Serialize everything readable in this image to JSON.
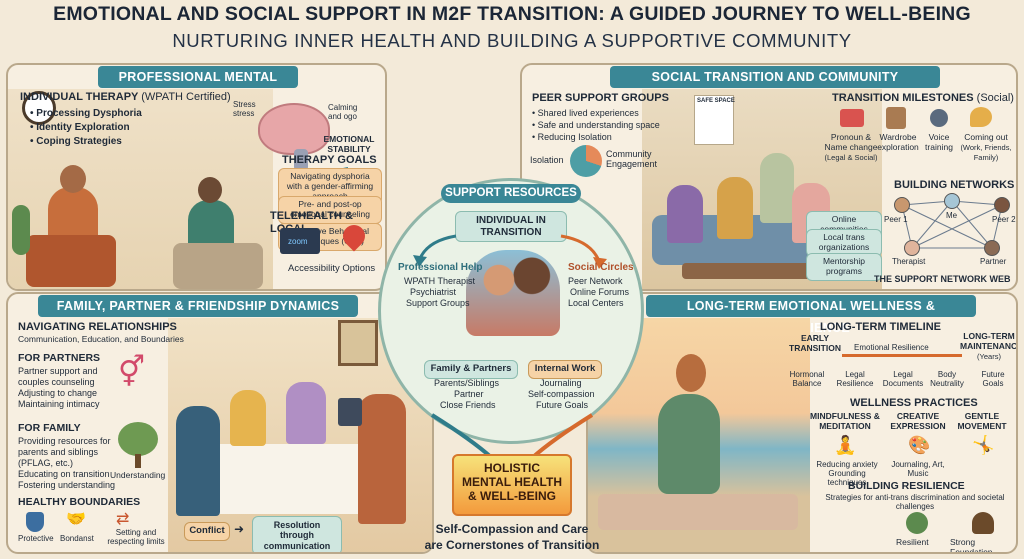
{
  "header": {
    "title": "EMOTIONAL AND SOCIAL SUPPORT IN M2F TRANSITION: A GUIDED JOURNEY TO WELL-BEING",
    "subtitle": "NURTURING INNER HEALTH AND BUILDING A SUPPORTIVE COMMUNITY"
  },
  "professional": {
    "heading": "PROFESSIONAL MENTAL HEALTH SUPPORT",
    "individual_title": "INDIVIDUAL THERAPY",
    "individual_note": "(WPATH Certified)",
    "bullets": [
      "• Processing Dysphoria",
      "• Identity Exploration",
      "• Coping Strategies"
    ],
    "brain_labels": {
      "stress": "Stress",
      "stress2": "stress",
      "calming": "Calming",
      "ego": "and ogo"
    },
    "emotional_stability": "EMOTIONAL STABILITY",
    "goals_title": "THERAPY GOALS",
    "goals": [
      "Navigating dysphoria with a gender-affirming approach",
      "Pre- and post-op emotional counseling",
      "Cognitive Behavioral Techniques (CBT)"
    ],
    "telehealth_title": "TELEHEALTH & LOCAL",
    "zoom": "zoom",
    "accessibility": "Accessibility Options"
  },
  "social": {
    "heading": "SOCIAL TRANSITION AND COMMUNITY CONNECTION",
    "peer_title": "PEER SUPPORT GROUPS",
    "peer_bullets": [
      "• Shared lived experiences",
      "• Safe and understanding space",
      "• Reducing Isolation"
    ],
    "isolation": "Isolation",
    "engagement": "Community Engagement",
    "safe_space": "SAFE SPACE",
    "milestones_title": "TRANSITION MILESTONES",
    "milestones_note": "(Social)",
    "milestones": [
      {
        "label": "Pronoun & Name change",
        "note": "(Legal & Social)"
      },
      {
        "label": "Wardrobe exploration",
        "note": ""
      },
      {
        "label": "Voice training",
        "note": ""
      },
      {
        "label": "Coming out",
        "note": "(Work, Friends, Family)"
      }
    ],
    "networks_title": "BUILDING NETWORKS",
    "online_items": [
      "Online communities",
      "Local trans organizations",
      "Mentorship programs"
    ],
    "network_nodes": [
      "Peer 1",
      "Me",
      "Peer 2",
      "Therapist",
      "Partner"
    ],
    "network_caption": "THE SUPPORT NETWORK WEB"
  },
  "center": {
    "heading": "SUPPORT RESOURCES",
    "core": "INDIVIDUAL IN TRANSITION",
    "professional_help": {
      "title": "Professional Help",
      "items": [
        "WPATH Therapist",
        "Psychiatrist",
        "Support Groups"
      ]
    },
    "social_circles": {
      "title": "Social Circles",
      "items": [
        "Peer Network",
        "Online Forums",
        "Local Centers"
      ]
    },
    "family": {
      "title": "Family & Partners",
      "items": [
        "Parents/Siblings",
        "Partner",
        "Close Friends"
      ]
    },
    "internal": {
      "title": "Internal Work",
      "items": [
        "Journaling",
        "Self-compassion",
        "Future Goals"
      ]
    },
    "holistic": [
      "HOLISTIC",
      "MENTAL HEALTH",
      "& WELL-BEING"
    ],
    "footer": [
      "Self-Compassion and Care",
      "are Cornerstones of Transition"
    ]
  },
  "family": {
    "heading": "FAMILY, PARTNER & FRIENDSHIP DYNAMICS",
    "nav_title": "NAVIGATING RELATIONSHIPS",
    "nav_sub": "Communication, Education, and Boundaries",
    "partners_title": "FOR PARTNERS",
    "partners_text": [
      "Partner support and",
      "couples counseling",
      "Adjusting to change",
      "Maintaining intimacy"
    ],
    "family_title": "FOR FAMILY",
    "family_text": [
      "Providing resources for",
      "parents and siblings",
      "(PFLAG, etc.)",
      "Educating on transition",
      "Fostering understanding"
    ],
    "understanding": "Understanding",
    "boundaries_title": "HEALTHY BOUNDARIES",
    "boundary_items": [
      "Protective",
      "Bondanst",
      "Setting and respecting limits"
    ],
    "conflict": "Conflict",
    "resolution": "Resolution through communication"
  },
  "wellness": {
    "heading": "LONG-TERM EMOTIONAL WELLNESS & RESILIENCE",
    "timeline_title": "LONG-TERM TIMELINE",
    "early": "EARLY TRANSITION",
    "resilience_label": "Emotional Resilience",
    "maintenance": "LONG-TERM MAINTENANCE",
    "years": "(Years)",
    "stages": [
      "Hormonal Balance",
      "Legal Resilience",
      "Legal Documents",
      "Body Neutrality",
      "Future Goals"
    ],
    "practices_title": "WELLNESS PRACTICES",
    "practices": [
      {
        "title": "MINDFULNESS & MEDITATION",
        "text": "Reducing anxiety Grounding techniques"
      },
      {
        "title": "CREATIVE EXPRESSION",
        "text": "Journaling, Art, Music"
      },
      {
        "title": "GENTLE MOVEMENT",
        "text": ""
      }
    ],
    "resilience_title": "BUILDING RESILIENCE",
    "resilience_text": "Strategies for anti-trans discrimination and societal challenges",
    "resilient": "Resilient",
    "foundation": "Strong Foundation"
  }
}
